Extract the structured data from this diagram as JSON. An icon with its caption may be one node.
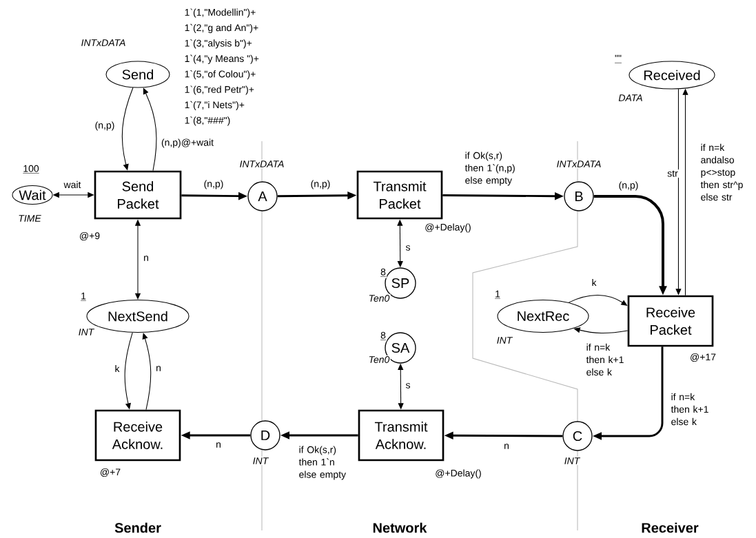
{
  "diagram": {
    "nodes": [
      {
        "text": [
          "Send"
        ],
        "beside": [
          "INTxDATA",
          "1`(1,\"Modellin\")+",
          "1`(2,\"g and An\")+",
          "1`(3,\"alysis b\")+",
          "1`(4,\"y Means \")+",
          "1`(5,\"of Colou\")+",
          "1`(6,\"red Petr\")+",
          "1`(7,\"i Nets\")+",
          "1`(8,\"###\")"
        ]
      },
      {
        "text": [
          "Wait"
        ],
        "beside": [
          "100",
          "TIME"
        ]
      },
      {
        "text": [
          "Send Packet"
        ],
        "beside": [
          "@+9"
        ]
      },
      {
        "text": [
          "A"
        ],
        "beside": [
          "INTxDATA"
        ]
      },
      {
        "text": [
          "Transmit Packet"
        ],
        "beside": [
          "@+Delay()"
        ]
      },
      {
        "text": [
          "B"
        ],
        "beside": [
          "INTxDATA"
        ]
      },
      {
        "text": [
          "Received"
        ],
        "beside": [
          "\"\"",
          "DATA"
        ]
      },
      {
        "text": [
          "NextSend"
        ],
        "beside": [
          "1",
          "INT"
        ]
      },
      {
        "text": [
          "SP"
        ],
        "beside": [
          "8",
          "Ten0"
        ]
      },
      {
        "text": [
          "NextRec"
        ],
        "beside": [
          "1",
          "INT"
        ]
      },
      {
        "text": [
          "Receive Packet"
        ],
        "beside": [
          "@+17"
        ]
      },
      {
        "text": [
          "SA"
        ],
        "beside": [
          "8",
          "Ten0"
        ]
      },
      {
        "text": [
          "Receive Acknow."
        ],
        "beside": [
          "@+7"
        ]
      },
      {
        "text": [
          "D"
        ],
        "beside": [
          "INT"
        ]
      },
      {
        "text": [
          "Transmit Acknow."
        ],
        "beside": [
          "@+Delay()"
        ]
      },
      {
        "text": [
          "C"
        ],
        "beside": [
          "INT"
        ]
      }
    ],
    "edges": [
      {
        "from": 0,
        "to": 2,
        "arrow": "to",
        "label": "(n,p)"
      },
      {
        "from": 2,
        "to": 0,
        "arrow": "to",
        "label": "(n,p)@+wait"
      },
      {
        "from": 1,
        "to": 2,
        "arrow": "both",
        "label": "wait"
      },
      {
        "from": 2,
        "to": 3,
        "arrow": "to",
        "label": "(n,p)",
        "style": "thick"
      },
      {
        "from": 3,
        "to": 4,
        "arrow": "to",
        "label": "(n,p)",
        "style": "thick"
      },
      {
        "from": 4,
        "to": 5,
        "arrow": "to",
        "label": "if Ok(s,r) then 1`(n,p) else empty",
        "style": "thick"
      },
      {
        "from": 5,
        "to": 10,
        "arrow": "to",
        "label": "(n,p)",
        "style": "thick"
      },
      {
        "from": 6,
        "to": 10,
        "arrow": "to",
        "label": "str"
      },
      {
        "from": 10,
        "to": 6,
        "arrow": "to",
        "label": "if n=k andalso p<>stop then str^p else str"
      },
      {
        "from": 2,
        "to": 7,
        "arrow": "both",
        "label": "n"
      },
      {
        "from": 4,
        "to": 8,
        "arrow": "both",
        "label": "s"
      },
      {
        "from": 9,
        "to": 10,
        "arrow": "to",
        "label": "k"
      },
      {
        "from": 10,
        "to": 9,
        "arrow": "to",
        "label": "if n=k then k+1 else k"
      },
      {
        "from": 10,
        "to": 15,
        "arrow": "to",
        "label": "if n=k then k+1 else k",
        "style": "thick"
      },
      {
        "from": 11,
        "to": 14,
        "arrow": "both",
        "label": "s"
      },
      {
        "from": 7,
        "to": 12,
        "arrow": "to",
        "label": "k"
      },
      {
        "from": 12,
        "to": 7,
        "arrow": "to",
        "label": "n"
      },
      {
        "from": 15,
        "to": 14,
        "arrow": "to",
        "label": "n",
        "style": "thick"
      },
      {
        "from": 14,
        "to": 13,
        "arrow": "to",
        "label": "if Ok(s,r) then 1`n else empty",
        "style": "thick"
      },
      {
        "from": 13,
        "to": 12,
        "arrow": "to",
        "label": "n",
        "style": "thick"
      }
    ],
    "labels": [
      "Sender",
      "Network",
      "Receiver"
    ]
  }
}
